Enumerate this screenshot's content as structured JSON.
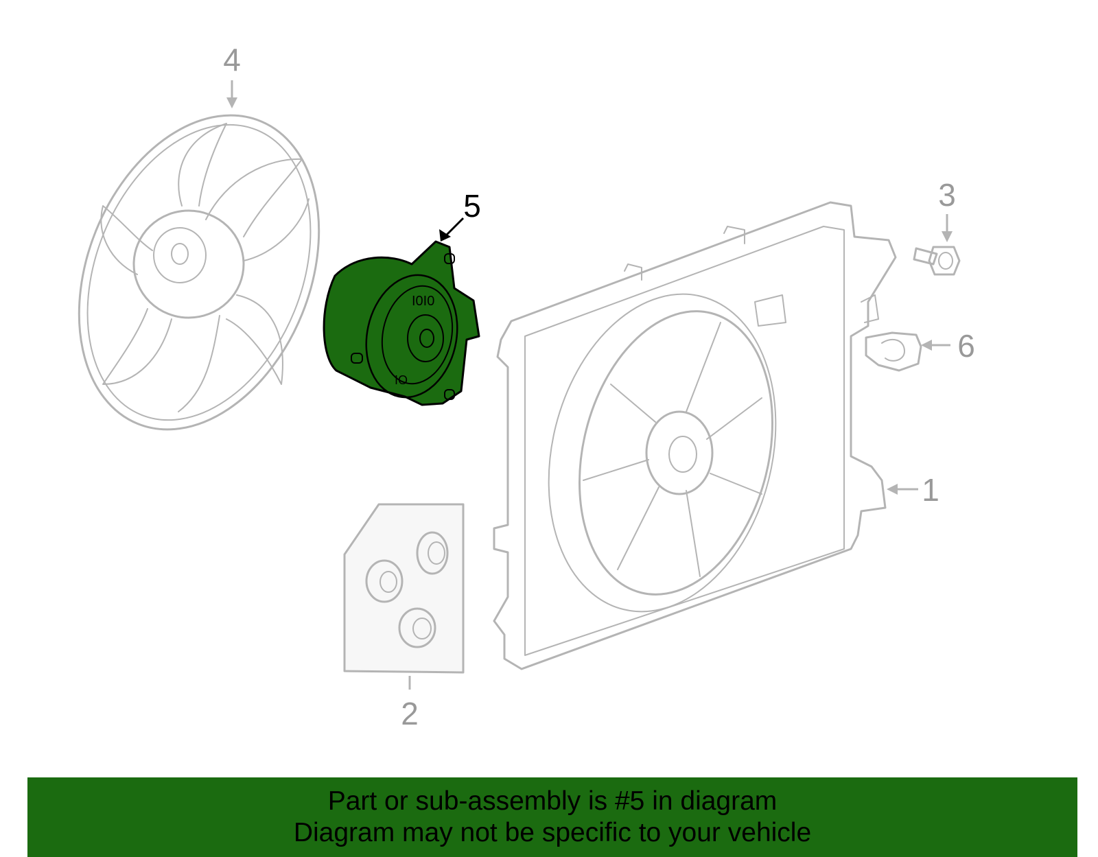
{
  "diagram": {
    "highlight_color": "#1b6b10",
    "line_color": "#b4b4b4",
    "callouts": [
      {
        "id": "1",
        "label": "1"
      },
      {
        "id": "2",
        "label": "2"
      },
      {
        "id": "3",
        "label": "3"
      },
      {
        "id": "4",
        "label": "4"
      },
      {
        "id": "5",
        "label": "5",
        "highlighted": true
      },
      {
        "id": "6",
        "label": "6"
      }
    ]
  },
  "banner": {
    "line1": "Part or sub-assembly is #5 in diagram",
    "line2": "Diagram may not be specific to your vehicle"
  }
}
